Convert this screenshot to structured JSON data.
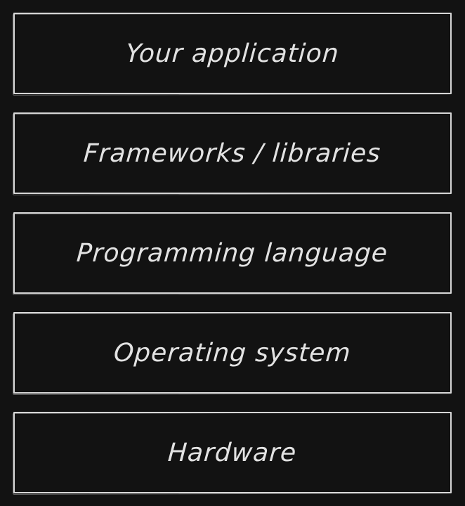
{
  "diagram": {
    "layers": [
      {
        "label": "Your application"
      },
      {
        "label": "Frameworks / libraries"
      },
      {
        "label": "Programming language"
      },
      {
        "label": "Operating system"
      },
      {
        "label": "Hardware"
      }
    ]
  },
  "colors": {
    "background": "#121212",
    "stroke": "#d6d6d6",
    "text": "#e2e2e2"
  }
}
